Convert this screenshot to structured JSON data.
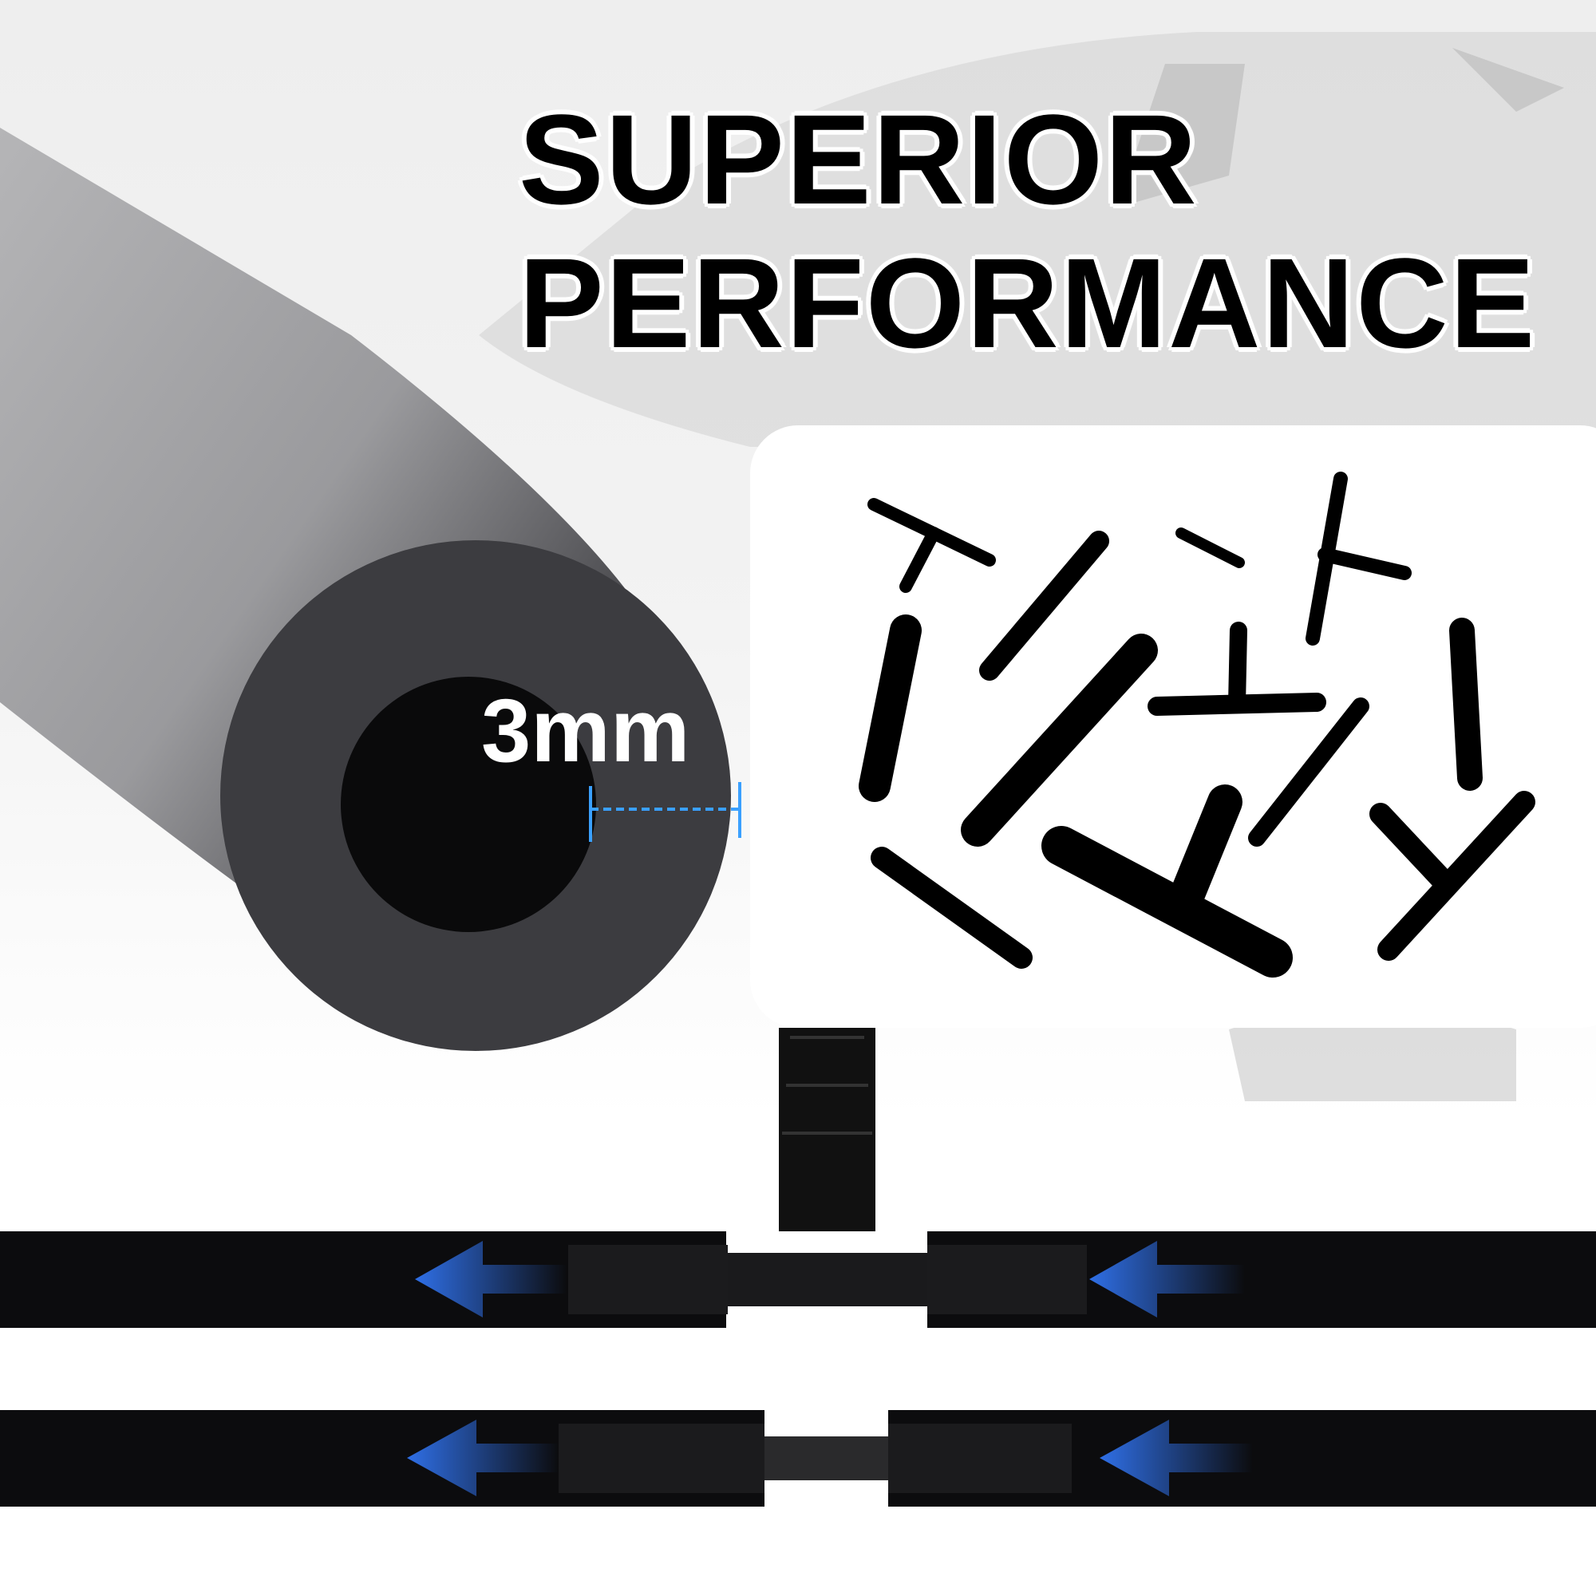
{
  "headline": {
    "line1": "SUPERIOR",
    "line2": "PERFORMANCE"
  },
  "tube": {
    "inner_diameter_label": "3mm"
  },
  "colors": {
    "arrow": "#2f6fe6",
    "dimension_line": "#3aa0ff",
    "tube": "#3a3a3e",
    "pipe": "#0c0c0e"
  }
}
